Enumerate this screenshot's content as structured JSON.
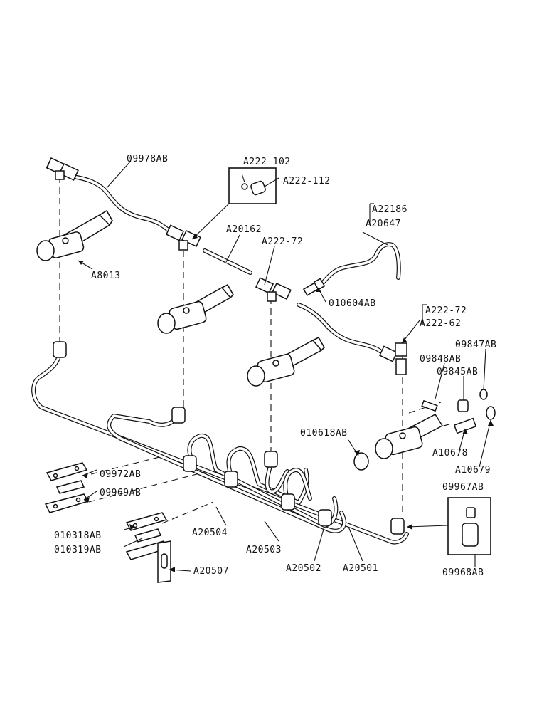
{
  "labels": {
    "p09978AB": "09978AB",
    "pA222_102": "A222-102",
    "pA222_112": "A222-112",
    "pA20162": "A20162",
    "pA22186": "A22186",
    "pA20647": "A20647",
    "pA222_72a": "A222-72",
    "pA8013": "A8013",
    "p010604AB": "010604AB",
    "pA222_72b": "A222-72",
    "pA222_62": "A222-62",
    "p09847AB": "09847AB",
    "p09848AB": "09848AB",
    "p09845AB": "09845AB",
    "p010618AB": "010618AB",
    "pA10678": "A10678",
    "pA10679": "A10679",
    "p09972AB": "09972AB",
    "p09969AB": "09969AB",
    "p09967AB": "09967AB",
    "pA20504": "A20504",
    "pA20503": "A20503",
    "p010318AB": "010318AB",
    "p010319AB": "010319AB",
    "pA20502": "A20502",
    "pA20501": "A20501",
    "p09968AB": "09968AB",
    "pA20507": "A20507"
  },
  "colors": {
    "ink": "#111111",
    "paper": "#ffffff"
  }
}
